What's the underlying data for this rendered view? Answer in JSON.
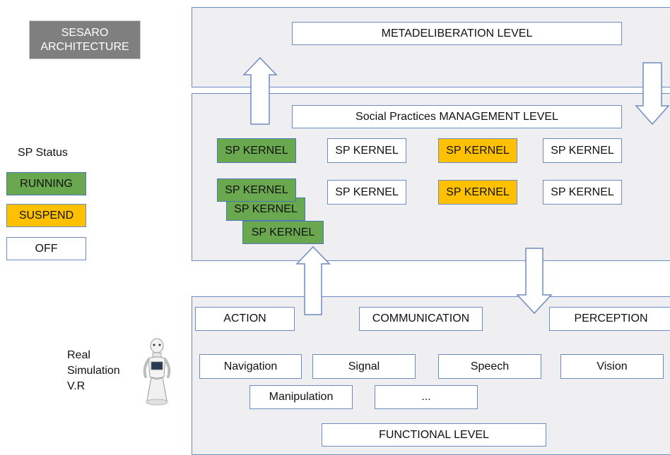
{
  "title": {
    "line1": "SESARO",
    "line2": "ARCHITECTURE"
  },
  "legend": {
    "heading": "SP Status",
    "running": "RUNNING",
    "suspend": "SUSPEND",
    "off": "OFF",
    "colors": {
      "running": "#6aa84f",
      "suspend": "#ffc000",
      "off": "#ffffff"
    }
  },
  "robot": {
    "line1": "Real",
    "line2": "Simulation",
    "line3": "V.R",
    "icon": "robot-icon"
  },
  "metadeliberation": {
    "label": "METADELIBERATION LEVEL"
  },
  "management": {
    "label": "Social Practices MANAGEMENT LEVEL",
    "kernels": [
      {
        "label": "SP KERNEL",
        "status": "running"
      },
      {
        "label": "SP KERNEL",
        "status": "off"
      },
      {
        "label": "SP KERNEL",
        "status": "suspend"
      },
      {
        "label": "SP KERNEL",
        "status": "off"
      },
      {
        "label": "SP KERNEL",
        "status": "running"
      },
      {
        "label": "SP KERNEL",
        "status": "running"
      },
      {
        "label": "SP KERNEL",
        "status": "running"
      },
      {
        "label": "SP KERNEL",
        "status": "off"
      },
      {
        "label": "SP KERNEL",
        "status": "suspend"
      },
      {
        "label": "SP KERNEL",
        "status": "off"
      }
    ]
  },
  "functional": {
    "label": "FUNCTIONAL LEVEL",
    "categories": [
      "ACTION",
      "COMMUNICATION",
      "PERCEPTION"
    ],
    "modules": [
      "Navigation",
      "Signal",
      "Speech",
      "Vision",
      "Manipulation",
      "..."
    ]
  }
}
